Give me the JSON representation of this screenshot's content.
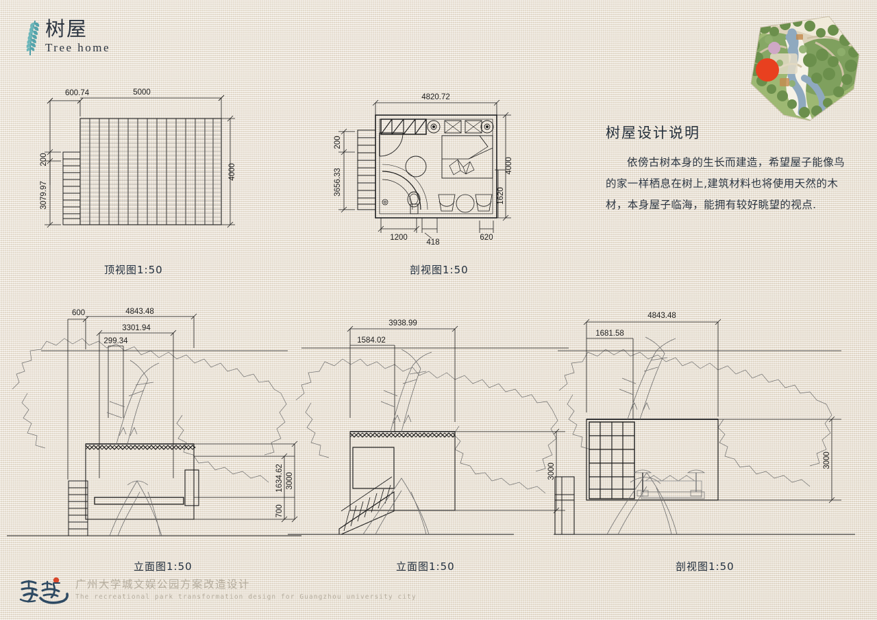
{
  "brand": {
    "icon": "fern-leaf-icon",
    "cn": "树屋",
    "en": "Tree home",
    "accent": "#4a9aa3",
    "text_color": "#2b3440"
  },
  "sitemap": {
    "name": "site-plan-thumbnail",
    "marker": "red-location-marker",
    "marker_color": "#e8401f",
    "green": "#8fae6b",
    "water": "#8fa9bf",
    "path": "#f4f1e6"
  },
  "description": {
    "title": "树屋设计说明",
    "body": "依傍古树本身的生长而建造，希望屋子能像鸟的家一样栖息在树上,建筑材料也将使用天然的木材，本身屋子临海，能拥有较好眺望的视点."
  },
  "drawings": [
    {
      "id": "top-view-plan",
      "caption": "顶视图1:50",
      "dimensions": {
        "top_left": "600.74",
        "top_main": "5000",
        "left_small": "200",
        "left_main": "3079.97",
        "right_main": "4000"
      }
    },
    {
      "id": "floor-plan-section",
      "caption": "剖视图1:50",
      "dimensions": {
        "top_main": "4820.72",
        "left_small": "200",
        "left_main": "3656.33",
        "right_main": "4000",
        "right_sub": "1620",
        "bottom_left": "1200",
        "bottom_mid": "418",
        "bottom_right": "620"
      }
    },
    {
      "id": "elevation-left",
      "caption": "立面图1:50",
      "dimensions": {
        "top_small": "600",
        "top_main": "4843.48",
        "top_sub": "3301.94",
        "top_sub2": "299.34",
        "right_mid": "1634.62",
        "right_small": "700",
        "right_main": "3000"
      }
    },
    {
      "id": "elevation-middle",
      "caption": "立面图1:50",
      "dimensions": {
        "top_main": "3938.99",
        "top_sub": "1584.02",
        "right_main": "3000"
      }
    },
    {
      "id": "section-right",
      "caption": "剖视图1:50",
      "dimensions": {
        "top_main": "4843.48",
        "top_sub": "1681.58",
        "right_main": "3000"
      }
    }
  ],
  "footer": {
    "logo": "xunji-calligraphy-logo",
    "cn": "广州大学城文娱公园方案改造设计",
    "en": "The recreational park transformation design for Guangzhou university city",
    "color": "#b3ab9c",
    "logo_color": "#2e4a63",
    "logo_accent": "#d8472b"
  }
}
